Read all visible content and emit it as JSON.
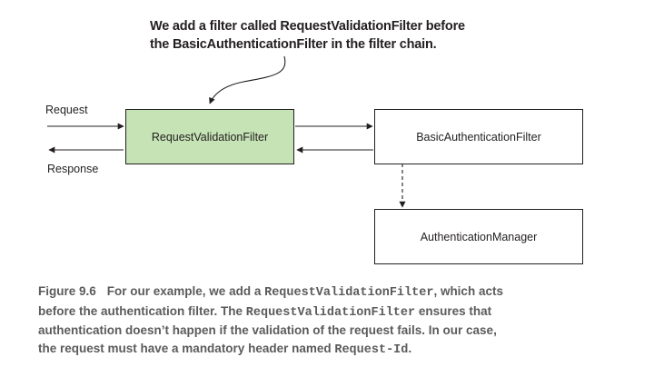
{
  "callout": {
    "line1": "We add a filter called RequestValidationFilter before",
    "line2": "the BasicAuthenticationFilter in the filter chain."
  },
  "labels": {
    "request": "Request",
    "response": "Response"
  },
  "boxes": {
    "request_validation_filter": "RequestValidationFilter",
    "basic_authentication_filter": "BasicAuthenticationFilter",
    "authentication_manager": "AuthenticationManager"
  },
  "colors": {
    "highlight_fill": "#c5e3b5",
    "stroke": "#231f20",
    "caption_text": "#5b5b5b"
  },
  "caption": {
    "figure_label": "Figure 9.6",
    "l1_a": "For our example, we add a ",
    "l1_code": "RequestValidationFilter",
    "l1_b": ", which acts",
    "l2_a": "before the authentication filter. The ",
    "l2_code": "RequestValidationFilter",
    "l2_b": " ensures that",
    "l3": "authentication doesn’t happen if the validation of the request fails. In our case,",
    "l4_a": "the request must have a mandatory header named ",
    "l4_code": "Request-Id",
    "l4_b": "."
  }
}
